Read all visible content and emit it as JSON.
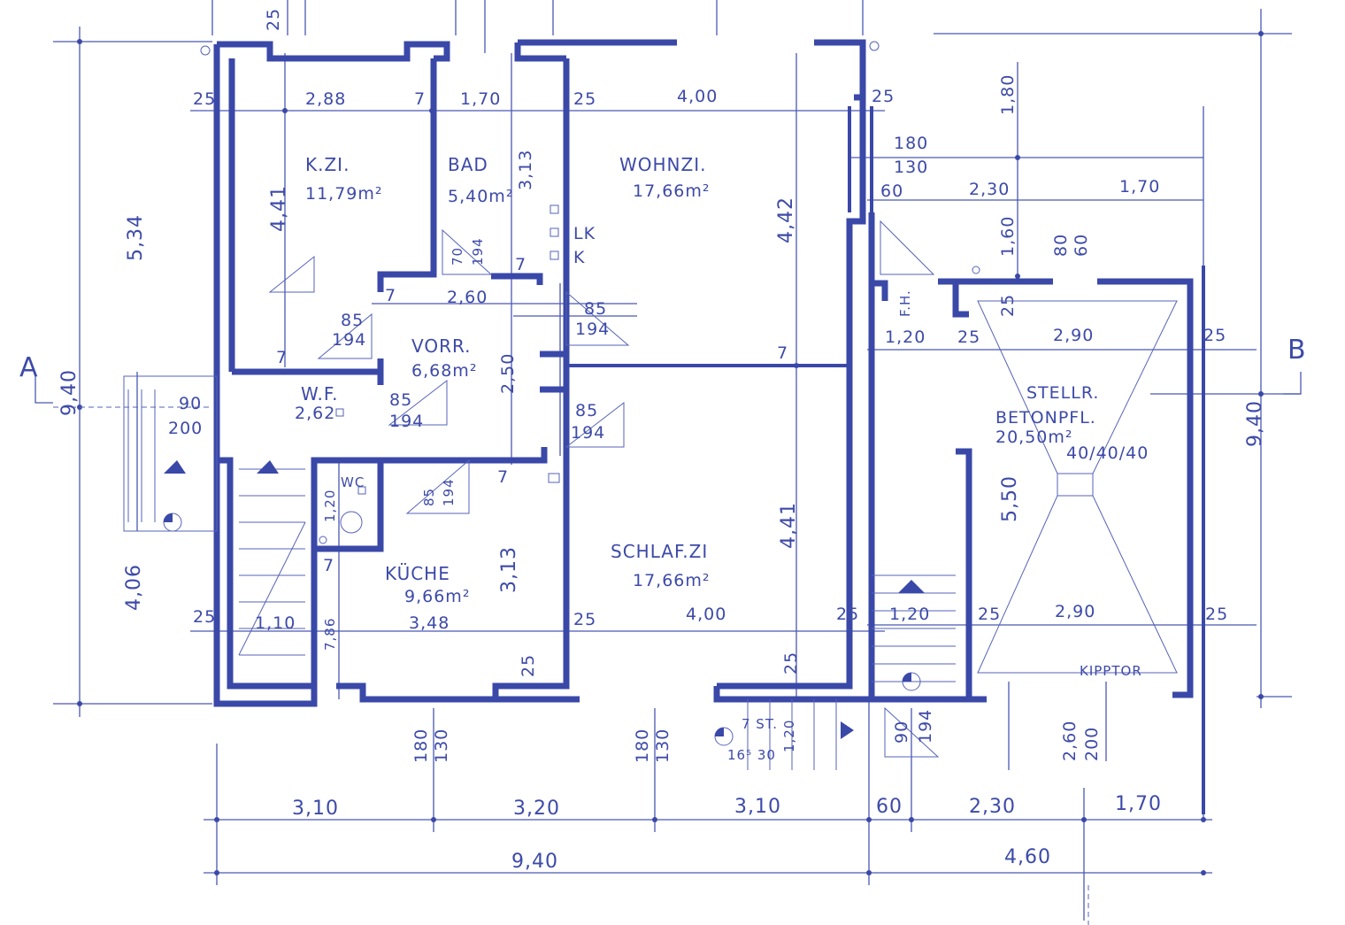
{
  "rooms": {
    "kzi": {
      "name": "K.ZI.",
      "area": "11,79m²"
    },
    "bad": {
      "name": "BAD",
      "area": "5,40m²"
    },
    "wohnzi": {
      "name": "WOHNZI.",
      "area": "17,66m²"
    },
    "vorr": {
      "name": "VORR.",
      "area": "6,68m²"
    },
    "wf": {
      "name": "W.F.",
      "area": "2,62"
    },
    "wc": {
      "name": "WC"
    },
    "kueche": {
      "name": "KÜCHE",
      "area": "9,66m²",
      "extra": "3,48"
    },
    "schlafzi": {
      "name": "SCHLAF.ZI",
      "area": "17,66m²"
    },
    "garage": {
      "name": "STELLR.",
      "line2": "BETONPFL.",
      "area": "20,50m²",
      "note": "40/40/40",
      "door": "KIPPTOR"
    }
  },
  "section": {
    "left": "A",
    "right": "B"
  },
  "labels": {
    "lk": "LK",
    "k": "K",
    "fh": "F.H."
  },
  "dims": {
    "top": {
      "d288": "2,88",
      "d170a": "1,70",
      "d400a": "4,00",
      "d25a": "25",
      "d25b": "25",
      "d25c": "25",
      "d7a": "7"
    },
    "right": {
      "d180": "180",
      "d130": "130",
      "d60": "60",
      "d230": "2,30",
      "d170": "1,70",
      "d120a": "1,20",
      "d25d": "25",
      "d290a": "2,90",
      "d25e": "25",
      "d120b": "1,20",
      "d25f": "25",
      "d290b": "2,90",
      "d25g": "25",
      "d25h": "25"
    },
    "mid": {
      "d260": "2,60",
      "d250": "2,50",
      "d7b": "7",
      "d7c": "7",
      "d7d": "7",
      "d7e": "7",
      "d7f": "7",
      "d7g": "7",
      "d85a": "85",
      "d194a": "194",
      "d85b": "85",
      "d194b": "194",
      "d85c": "85",
      "d194c": "194",
      "d85d": "85",
      "d194d": "194",
      "d85e": "85",
      "d194e": "194",
      "d70": "70",
      "d194f": "194",
      "d90l": "90",
      "d200l": "200"
    },
    "vertical": {
      "d534": "5,34",
      "d441a": "4,41",
      "d313a": "3,13",
      "d442": "4,42",
      "d441b": "4,41",
      "d313b": "3,13",
      "d406": "4,06",
      "d940l": "9,40",
      "d940r": "9,40",
      "d550": "5,50",
      "d160": "1,60",
      "d180v": "1,80",
      "d80": "80",
      "d60v": "60",
      "d786": "7,86",
      "d120v": "1,20",
      "d25v": "25",
      "d25w": "25",
      "d25x": "25"
    },
    "lower": {
      "d110": "1,10",
      "d400b": "4,00",
      "d25k": "25",
      "d25l": "25",
      "d25m": "25",
      "d180a": "180",
      "d130a": "130",
      "d180b": "180",
      "d130b": "130",
      "d90b": "90",
      "d194g": "194",
      "d260b": "2,60",
      "d200b": "200",
      "d7st": "7 ST.",
      "d165": "16⁵ 30",
      "d120c": "1,20"
    },
    "bottom": {
      "d310a": "3,10",
      "d320": "3,20",
      "d310b": "3,10",
      "d60b": "60",
      "d230b": "2,30",
      "d170b": "1,70",
      "d940": "9,40",
      "d460": "4,60"
    }
  }
}
